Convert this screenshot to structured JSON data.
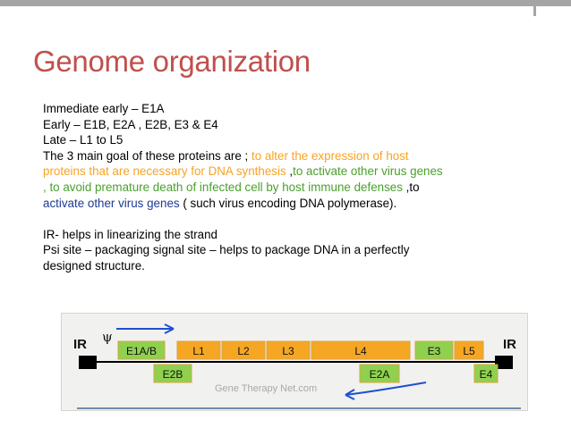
{
  "slide": {
    "title": "Genome organization",
    "lines": {
      "l1": "Immediate early – E1A",
      "l2": "Early – E1B, E2A , E2B, E3 & E4",
      "l3": "Late – L1  to L5",
      "l4a": "The 3 main goal of these proteins are ; ",
      "l4b": "to alter the expression of host",
      "l5a": "proteins that are necessary for DNA synthesis",
      "l5b": " ,",
      "l5c": "to activate other virus genes",
      "l6a": ", to avoid premature death of infected cell by host immune defenses",
      "l6b": " ,to",
      "l7a": "activate other virus genes",
      "l7b": " ( such virus encoding DNA polymerase).",
      "l8": "IR- helps in linearizing the strand",
      "l9": "Psi site – packaging signal site – helps to package DNA in a perfectly",
      "l10": "designed structure."
    }
  },
  "diagram": {
    "ir_left": "IR",
    "ir_right": "IR",
    "psi": "ψ",
    "top_genes": [
      "E1A/B",
      "L1",
      "L2",
      "L3",
      "L4",
      "E3",
      "L5"
    ],
    "bottom_genes": [
      "E2B",
      "E2A",
      "E4"
    ],
    "watermark": "Gene Therapy Net.com",
    "colors": {
      "green": "#8fd14f",
      "orange": "#f5a623",
      "arrow": "#1f4fd1",
      "strand": "#000000",
      "border": "#d9a441"
    }
  }
}
